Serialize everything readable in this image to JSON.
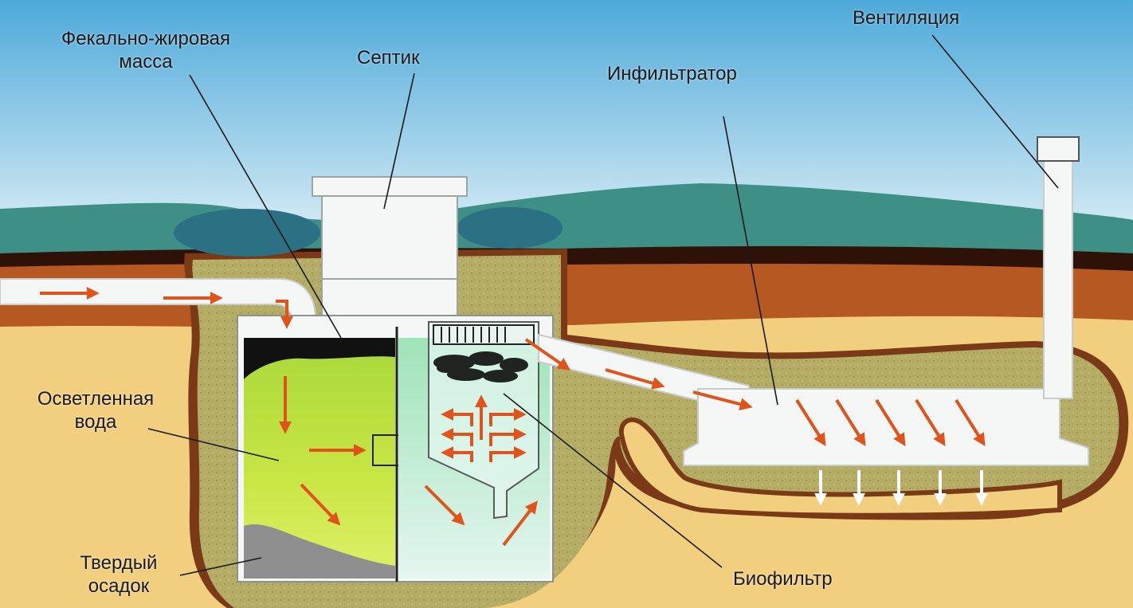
{
  "labels": {
    "fat_mass_line1": "Фекально-жировая",
    "fat_mass_line2": "масса",
    "septic": "Септик",
    "infiltrator": "Инфильтратор",
    "ventilation": "Вентиляция",
    "clarified_line1": "Осветленная",
    "clarified_line2": "вода",
    "sediment_line1": "Твердый",
    "sediment_line2": "осадок",
    "biofilter": "Биофильтр"
  },
  "colors": {
    "sky_top": "#4da9da",
    "sky_bottom": "#e3f2f7",
    "hills": "#3e8f86",
    "soil_dark": "#2e1208",
    "soil_orange": "#b55822",
    "sand": "#f2cf7e",
    "backfill": "#b5ac66",
    "tank_wall": "#f4f7f5",
    "arrow": "#e2531c",
    "flow_down": "#ffffff",
    "sludge": "#8f8f8f",
    "scum": "#111111"
  }
}
